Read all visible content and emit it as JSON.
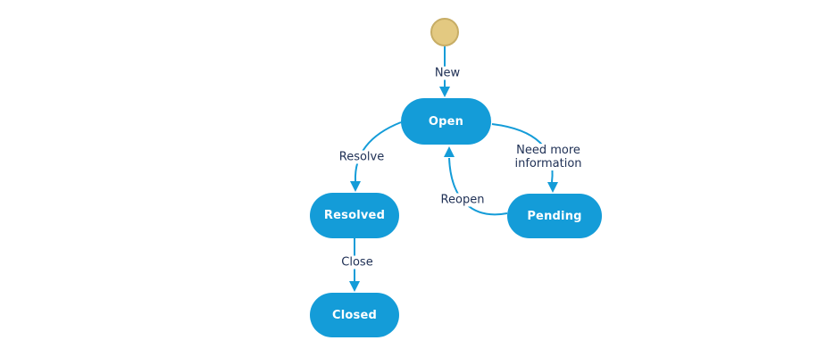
{
  "colors": {
    "accent": "#149CD8",
    "node_fill": "#149CD8",
    "node_text": "#FFFFFF",
    "initial_fill": "#E3C981",
    "initial_border": "#C7AD65",
    "edge_label_text": "#203156",
    "background": "#FFFFFF"
  },
  "diagram": {
    "type": "uml-state-diagram",
    "initial_state": {
      "icon": "initial-state-circle"
    },
    "states": [
      {
        "id": "open",
        "label": "Open"
      },
      {
        "id": "resolved",
        "label": "Resolved"
      },
      {
        "id": "closed",
        "label": "Closed"
      },
      {
        "id": "pending",
        "label": "Pending"
      }
    ],
    "transitions": [
      {
        "from": "initial",
        "to": "open",
        "label": "New"
      },
      {
        "from": "open",
        "to": "resolved",
        "label": "Resolve"
      },
      {
        "from": "resolved",
        "to": "closed",
        "label": "Close"
      },
      {
        "from": "open",
        "to": "pending",
        "label": "Need more information",
        "label_lines": [
          "Need more",
          "information"
        ]
      },
      {
        "from": "pending",
        "to": "open",
        "label": "Reopen"
      }
    ]
  }
}
